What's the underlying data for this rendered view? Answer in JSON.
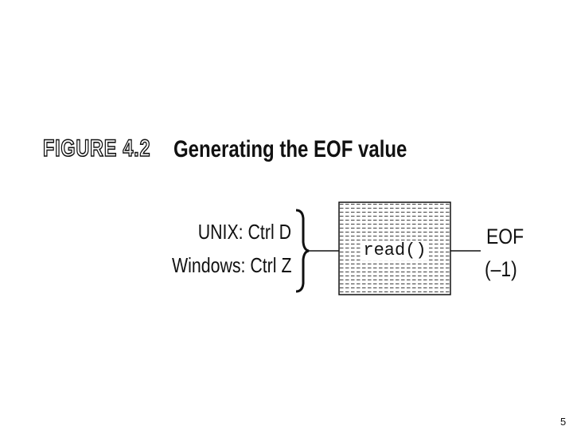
{
  "figure": {
    "label": "FIGURE 4.2",
    "title": "Generating the EOF value"
  },
  "inputs": [
    {
      "text": "UNIX: Ctrl D"
    },
    {
      "text": "Windows: Ctrl Z"
    }
  ],
  "process": {
    "label": "read()"
  },
  "output": {
    "name": "EOF",
    "value": "(–1)"
  },
  "page": {
    "number": "5"
  }
}
